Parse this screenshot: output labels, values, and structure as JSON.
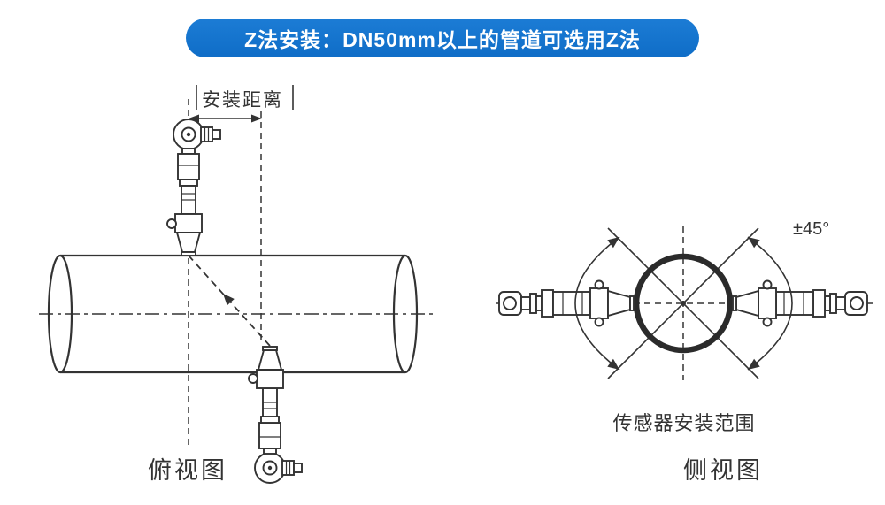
{
  "banner": {
    "text": "Z法安装：DN50mm以上的管道可选用Z法"
  },
  "top_view": {
    "dimension_label": "安装距离",
    "caption": "俯视图"
  },
  "side_view": {
    "angle_label": "±45°",
    "range_label": "传感器安装范围",
    "caption": "侧视图"
  },
  "colors": {
    "banner_bg": "#1c7cd5",
    "banner_bg_dark": "#0f6dc7",
    "banner_text": "#ffffff",
    "line": "#333333",
    "pipe_ring": "#2b2b2b",
    "page_bg": "#ffffff"
  }
}
